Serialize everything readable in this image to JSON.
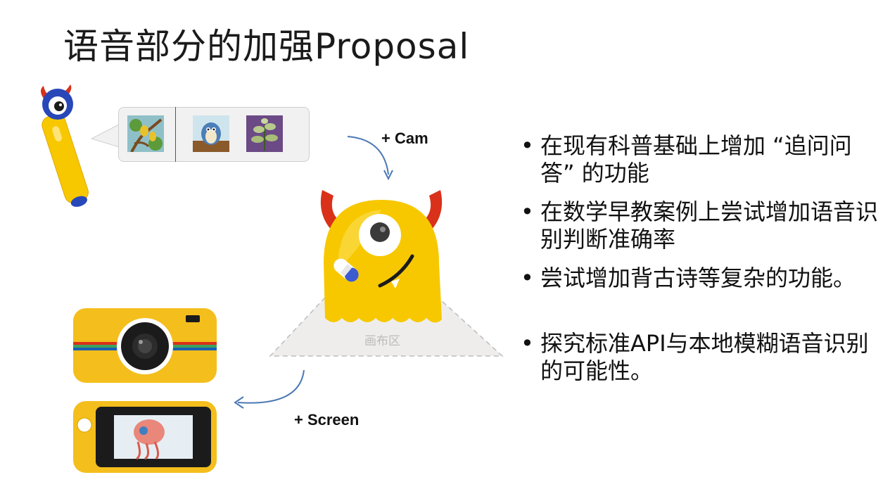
{
  "slide": {
    "title": "语音部分的加强Proposal",
    "bullets": [
      "在现有科普基础上增加 “追问问答” 的功能",
      "在数学早教案例上尝试增加语音识别判断准确率",
      "尝试增加背古诗等复杂的功能。",
      "探究标准API与本地模糊语音识别的可能性。"
    ]
  },
  "diagram": {
    "cam_label": "+ Cam",
    "screen_label": "+ Screen",
    "canvas_label": "画布区",
    "thumbnails": [
      "tree-bird-thumbnail",
      "penguin-thumbnail",
      "plant-thumbnail"
    ]
  },
  "colors": {
    "monster_yellow": "#F7C800",
    "horn_red": "#D9311A",
    "pen_blue": "#2847B8",
    "camera_yellow": "#F4BE1C",
    "arrow_blue": "#4A78B5"
  }
}
